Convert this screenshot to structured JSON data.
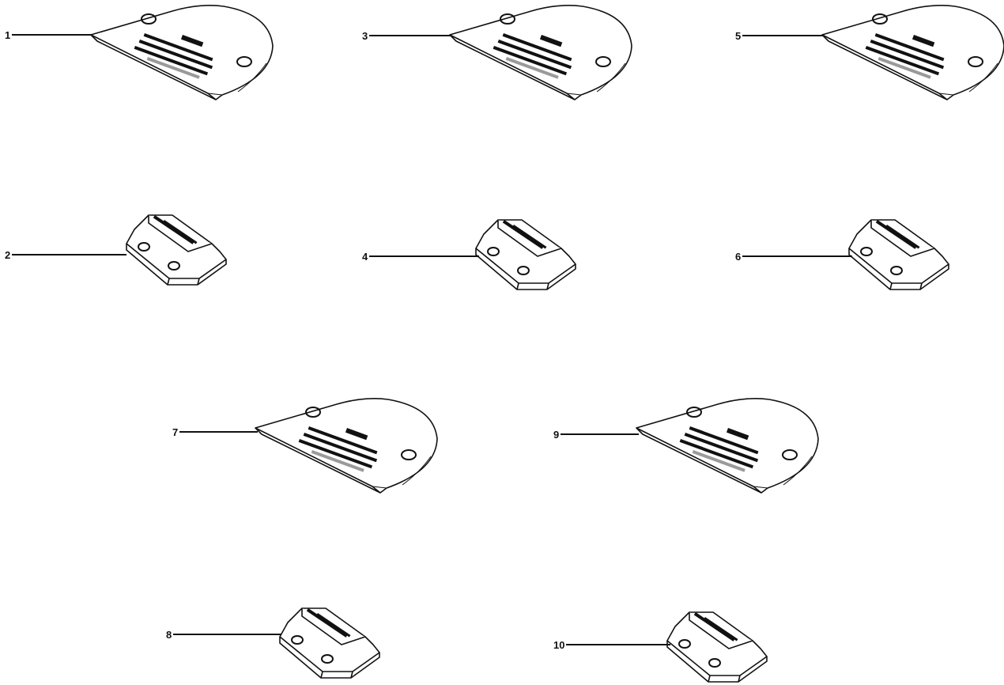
{
  "parts": [
    {
      "label": "1",
      "kind": "throat-plate",
      "icon": "throat-plate-icon"
    },
    {
      "label": "2",
      "kind": "feed-dog",
      "icon": "feed-dog-icon"
    },
    {
      "label": "3",
      "kind": "throat-plate",
      "icon": "throat-plate-icon"
    },
    {
      "label": "4",
      "kind": "feed-dog",
      "icon": "feed-dog-icon"
    },
    {
      "label": "5",
      "kind": "throat-plate",
      "icon": "throat-plate-icon"
    },
    {
      "label": "6",
      "kind": "feed-dog",
      "icon": "feed-dog-icon"
    },
    {
      "label": "7",
      "kind": "throat-plate",
      "icon": "throat-plate-icon"
    },
    {
      "label": "8",
      "kind": "feed-dog",
      "icon": "feed-dog-icon"
    },
    {
      "label": "9",
      "kind": "throat-plate",
      "icon": "throat-plate-icon"
    },
    {
      "label": "10",
      "kind": "feed-dog",
      "icon": "feed-dog-icon"
    }
  ],
  "colors": {
    "ink": "#111111",
    "paper": "#ffffff",
    "shade": "#9a9a9a"
  }
}
